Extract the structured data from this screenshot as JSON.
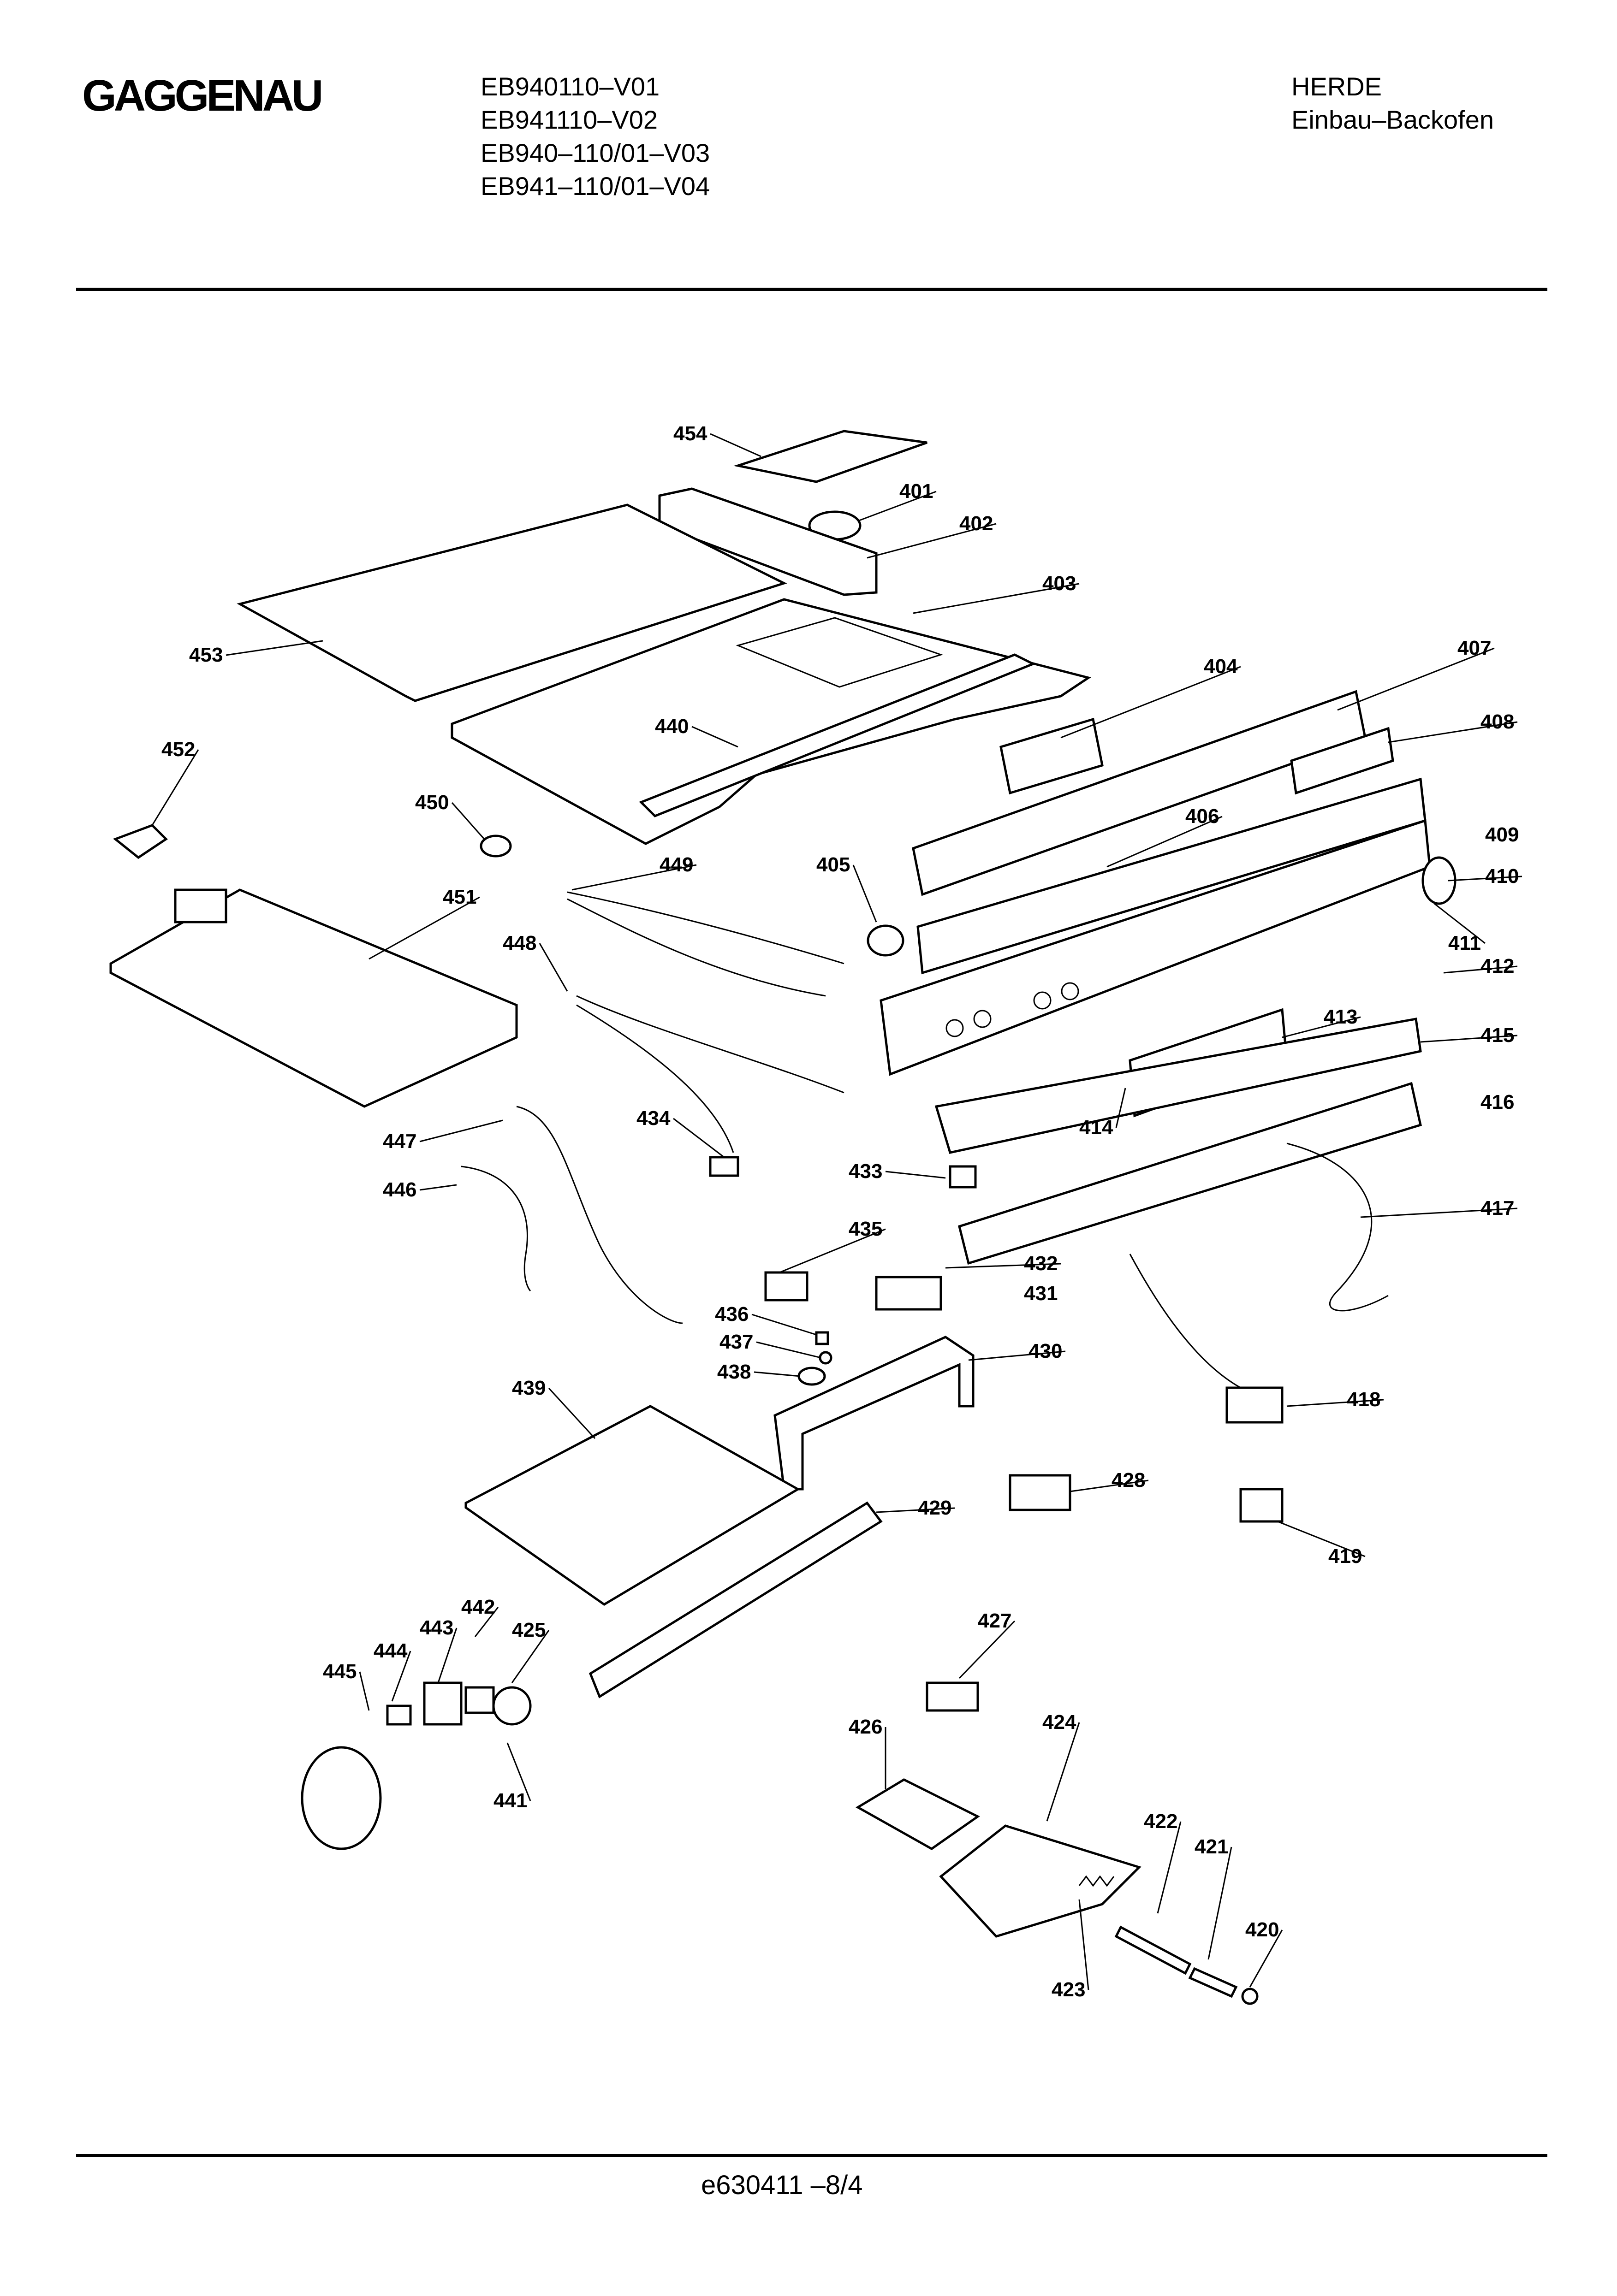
{
  "header": {
    "brand": "GAGGENAU",
    "models": [
      "EB940110–V01",
      "EB941110–V02",
      "EB940–110/01–V03",
      "EB941–110/01–V04"
    ],
    "category": "HERDE",
    "subcategory": "Einbau–Backofen"
  },
  "footer": {
    "document_number": "e630411  –8/4"
  },
  "part_labels": [
    "454",
    "401",
    "402",
    "403",
    "453",
    "407",
    "404",
    "408",
    "452",
    "440",
    "450",
    "406",
    "409",
    "449",
    "405",
    "410",
    "451",
    "448",
    "411",
    "412",
    "413",
    "415",
    "416",
    "447",
    "434",
    "414",
    "433",
    "446",
    "417",
    "435",
    "432",
    "431",
    "436",
    "437",
    "430",
    "438",
    "439",
    "418",
    "428",
    "429",
    "419",
    "442",
    "427",
    "443",
    "425",
    "444",
    "445",
    "424",
    "426",
    "441",
    "422",
    "421",
    "420",
    "423"
  ]
}
